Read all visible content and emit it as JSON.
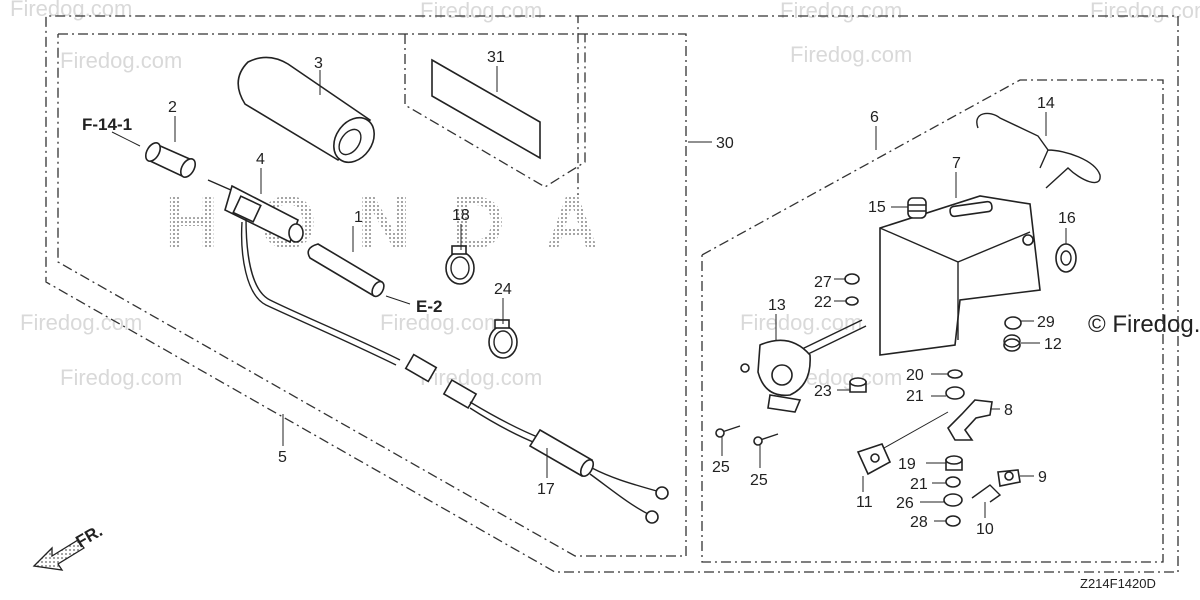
{
  "drawing_code": "Z214F1420D",
  "brand_watermark": "HONDA",
  "site_watermark": "Firedog.com",
  "corner_watermark": "© Firedog.c",
  "orientation_label": "FR.",
  "references": {
    "f14_1": "F-14-1",
    "e2": "E-2"
  },
  "part_numbers": {
    "p1": "1",
    "p2": "2",
    "p3": "3",
    "p4": "4",
    "p5": "5",
    "p6": "6",
    "p7": "7",
    "p8": "8",
    "p9": "9",
    "p10": "10",
    "p11": "11",
    "p12": "12",
    "p13": "13",
    "p14": "14",
    "p15": "15",
    "p16": "16",
    "p17": "17",
    "p18": "18",
    "p19": "19",
    "p20": "20",
    "p21a": "21",
    "p21b": "21",
    "p22": "22",
    "p23": "23",
    "p24": "24",
    "p25a": "25",
    "p25b": "25",
    "p26": "26",
    "p27": "27",
    "p28": "28",
    "p29": "29",
    "p30": "30",
    "p31": "31"
  }
}
